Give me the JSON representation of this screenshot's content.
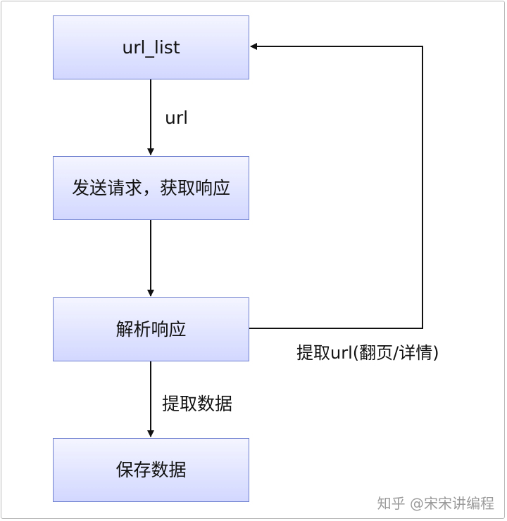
{
  "nodes": {
    "url_list": "url_list",
    "send_request": "发送请求，获取响应",
    "parse_response": "解析响应",
    "save_data": "保存数据"
  },
  "edges": {
    "url_label": "url",
    "extract_url_label": "提取url(翻页/详情)",
    "extract_data_label": "提取数据"
  },
  "watermark": "知乎 @宋宋讲编程",
  "colors": {
    "box_border": "#6e7fd0",
    "box_fill_top": "#f4f5ff",
    "box_fill_bottom": "#d2d7ff",
    "arrow": "#111111"
  }
}
